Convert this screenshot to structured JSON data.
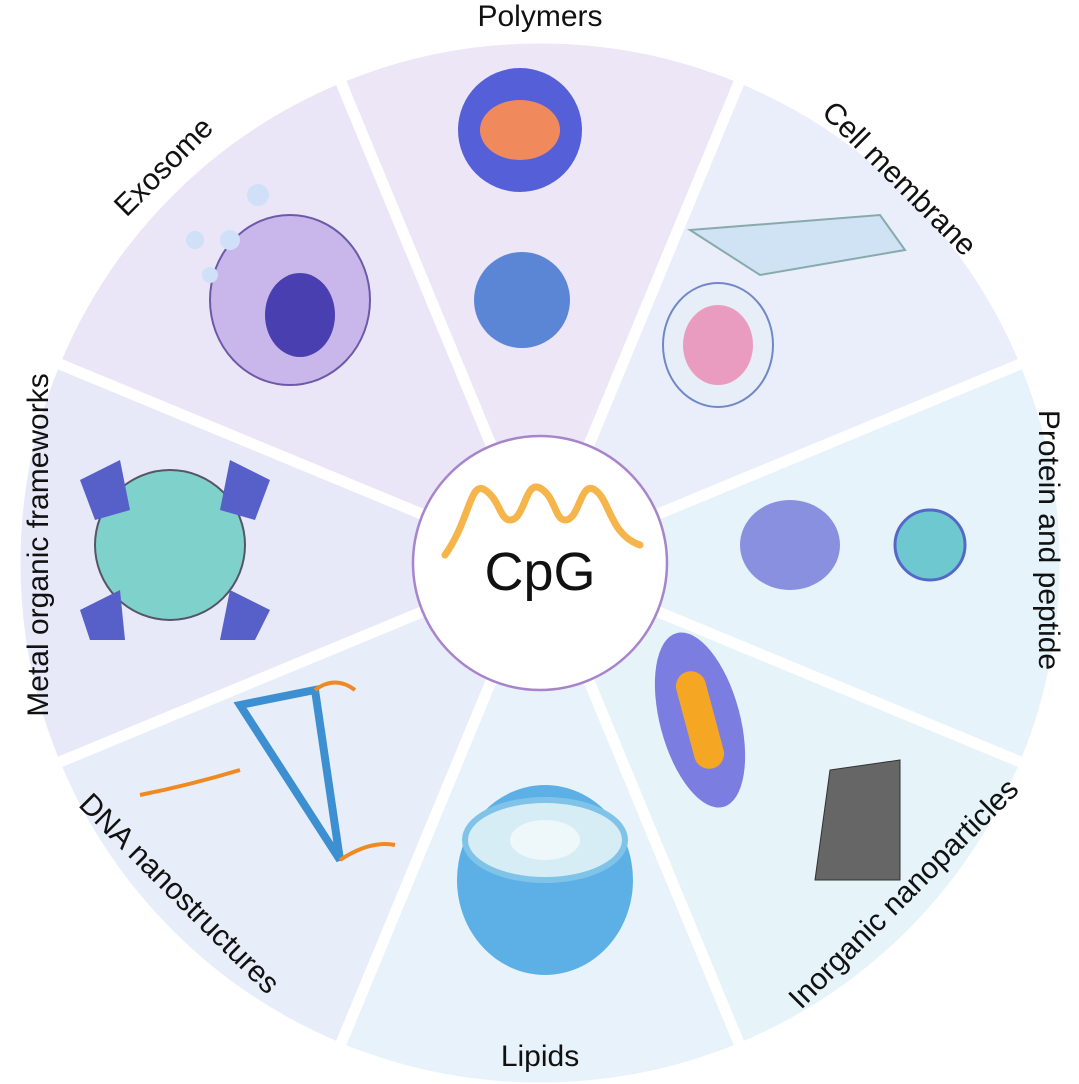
{
  "center": {
    "label": "CpG"
  },
  "categories": [
    {
      "label": "Polymers",
      "color": "#ece6f7"
    },
    {
      "label": "Cell membrane",
      "color": "#eaeefa"
    },
    {
      "label": "Protein and peptide",
      "color": "#e6f3fa"
    },
    {
      "label": "Inorganic nanoparticles",
      "color": "#e6f4fa"
    },
    {
      "label": "Lipids",
      "color": "#e8f2fa"
    },
    {
      "label": "DNA nanostructures",
      "color": "#e8eef9"
    },
    {
      "label": "Metal organic frameworks",
      "color": "#e7e8f8"
    },
    {
      "label": "Exosome",
      "color": "#ebe6f7"
    }
  ],
  "colors": {
    "ring": "#a884cc",
    "helix": "#f5b54a"
  }
}
